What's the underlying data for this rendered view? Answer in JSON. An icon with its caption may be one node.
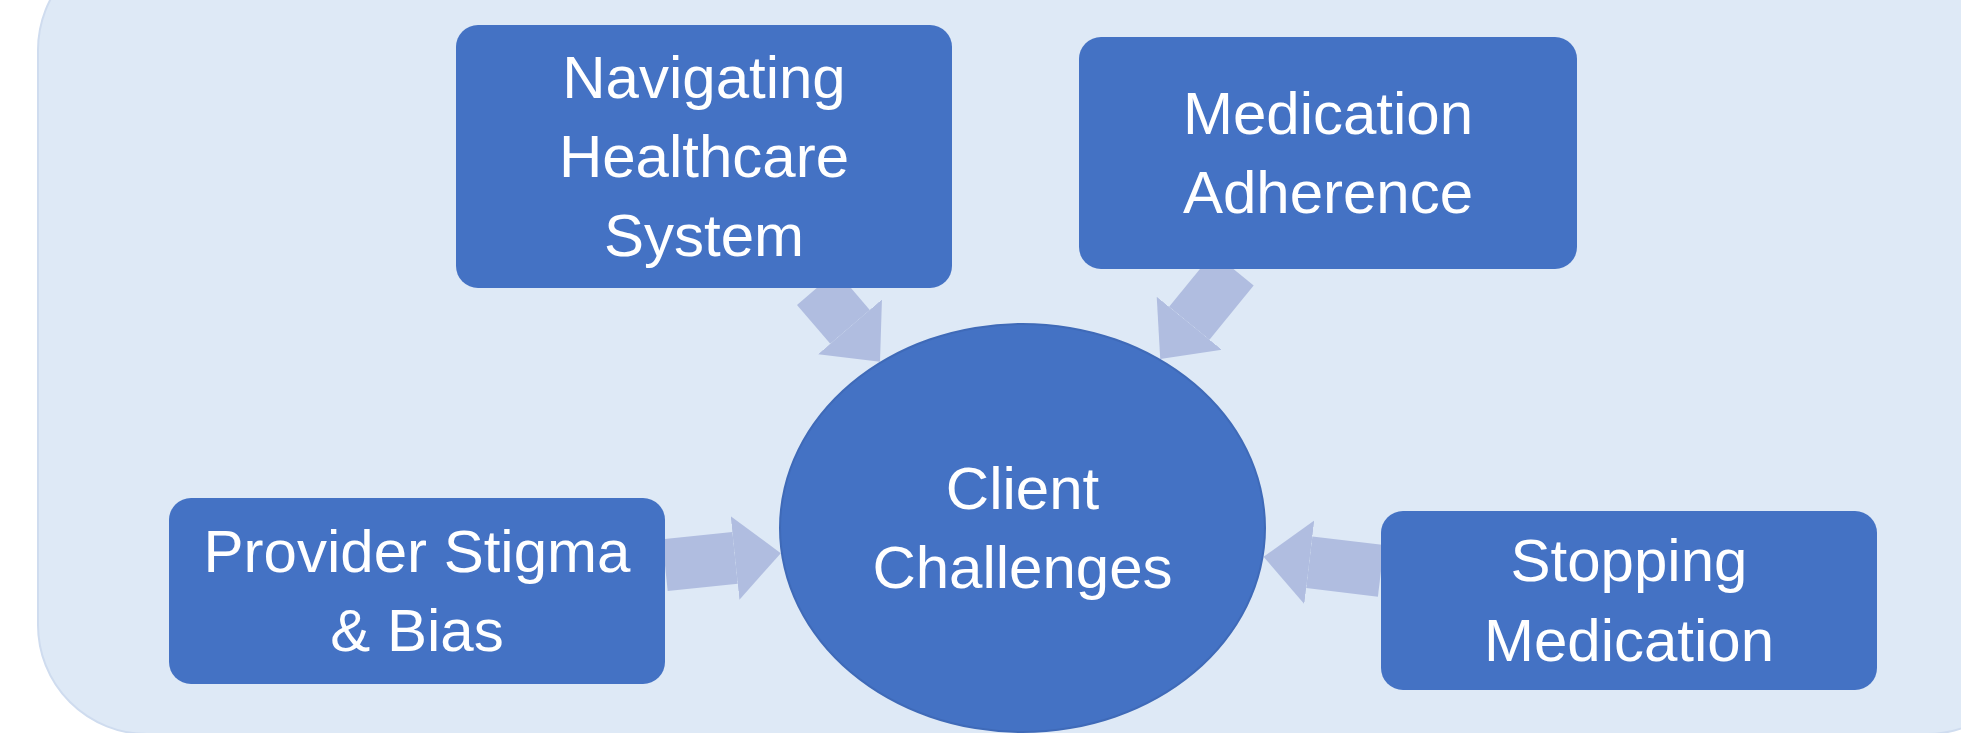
{
  "diagram": {
    "nodes": [
      {
        "text": [
          "Navigating Healthcare System"
        ]
      },
      {
        "text": [
          "Medication Adherence"
        ]
      },
      {
        "text": [
          "Client Challenges"
        ]
      },
      {
        "text": [
          "Provider Stigma & Bias"
        ]
      },
      {
        "text": [
          "Stopping Medication"
        ]
      }
    ],
    "edges": [
      {
        "from": 0,
        "to": 2,
        "arrow": "to"
      },
      {
        "from": 1,
        "to": 2,
        "arrow": "to"
      },
      {
        "from": 3,
        "to": 2,
        "arrow": "to"
      },
      {
        "from": 4,
        "to": 2,
        "arrow": "to"
      }
    ]
  }
}
